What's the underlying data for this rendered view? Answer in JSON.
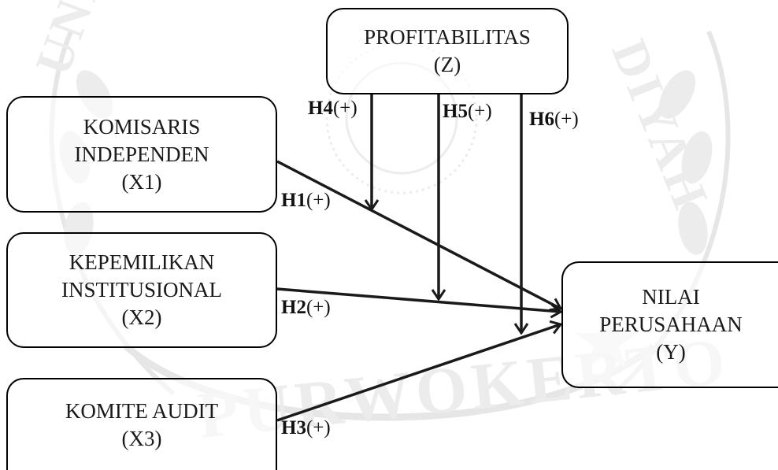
{
  "nodes": {
    "profitabilitas": {
      "lines": [
        "PROFITABILITAS",
        "(Z)"
      ]
    },
    "komisaris": {
      "lines": [
        "KOMISARIS",
        "INDEPENDEN",
        "(X1)"
      ]
    },
    "kepemilikan": {
      "lines": [
        "KEPEMILIKAN",
        "INSTITUSIONAL",
        "(X2)"
      ]
    },
    "komite": {
      "lines": [
        "KOMITE AUDIT",
        "(X3)"
      ]
    },
    "nilai": {
      "lines": [
        "NILAI",
        "PERUSAHAAN",
        "(Y)"
      ]
    }
  },
  "hypotheses": {
    "h1": {
      "code": "H1",
      "sign": "(+)"
    },
    "h2": {
      "code": "H2",
      "sign": "(+)"
    },
    "h3": {
      "code": "H3",
      "sign": "(+)"
    },
    "h4": {
      "code": "H4",
      "sign": "(+)"
    },
    "h5": {
      "code": "H5",
      "sign": "(+)"
    },
    "h6": {
      "code": "H6",
      "sign": "(+)"
    }
  },
  "watermark": {
    "arc_text": "PURWOKERTO",
    "top_left_text": "UNIVE",
    "right_text": "DIYAH"
  },
  "colors": {
    "line": "#1a1a1a",
    "watermark": "#e3e3e3"
  }
}
